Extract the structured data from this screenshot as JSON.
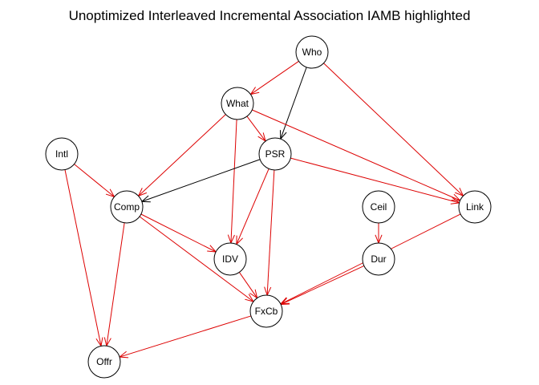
{
  "title": "Unoptimized Interleaved Incremental Association IAMB highlighted",
  "colors": {
    "highlight_edge": "#dd0000",
    "normal_edge": "#000000",
    "node_stroke": "#000000",
    "node_fill": "#ffffff",
    "label": "#000000"
  },
  "nodes": [
    {
      "id": "Who",
      "label": "Who"
    },
    {
      "id": "What",
      "label": "What"
    },
    {
      "id": "Intl",
      "label": "Intl"
    },
    {
      "id": "PSR",
      "label": "PSR"
    },
    {
      "id": "Comp",
      "label": "Comp"
    },
    {
      "id": "Ceil",
      "label": "Ceil"
    },
    {
      "id": "Link",
      "label": "Link"
    },
    {
      "id": "IDV",
      "label": "IDV"
    },
    {
      "id": "Dur",
      "label": "Dur"
    },
    {
      "id": "FxCb",
      "label": "FxCb"
    },
    {
      "id": "Offr",
      "label": "Offr"
    }
  ],
  "edges": [
    {
      "from": "Who",
      "to": "What",
      "highlighted": true
    },
    {
      "from": "Who",
      "to": "PSR",
      "highlighted": false
    },
    {
      "from": "Who",
      "to": "Link",
      "highlighted": true
    },
    {
      "from": "What",
      "to": "PSR",
      "highlighted": true
    },
    {
      "from": "What",
      "to": "Comp",
      "highlighted": true
    },
    {
      "from": "What",
      "to": "IDV",
      "highlighted": true
    },
    {
      "from": "What",
      "to": "Link",
      "highlighted": true
    },
    {
      "from": "Intl",
      "to": "Comp",
      "highlighted": true
    },
    {
      "from": "Intl",
      "to": "Offr",
      "highlighted": true
    },
    {
      "from": "PSR",
      "to": "Comp",
      "highlighted": false
    },
    {
      "from": "PSR",
      "to": "IDV",
      "highlighted": true
    },
    {
      "from": "PSR",
      "to": "FxCb",
      "highlighted": true
    },
    {
      "from": "PSR",
      "to": "Link",
      "highlighted": true
    },
    {
      "from": "Comp",
      "to": "IDV",
      "highlighted": true
    },
    {
      "from": "Comp",
      "to": "FxCb",
      "highlighted": true
    },
    {
      "from": "Comp",
      "to": "Offr",
      "highlighted": true
    },
    {
      "from": "Ceil",
      "to": "Dur",
      "highlighted": true
    },
    {
      "from": "IDV",
      "to": "FxCb",
      "highlighted": true
    },
    {
      "from": "Dur",
      "to": "FxCb",
      "highlighted": true
    },
    {
      "from": "Link",
      "to": "FxCb",
      "highlighted": true
    },
    {
      "from": "FxCb",
      "to": "Offr",
      "highlighted": true
    }
  ]
}
